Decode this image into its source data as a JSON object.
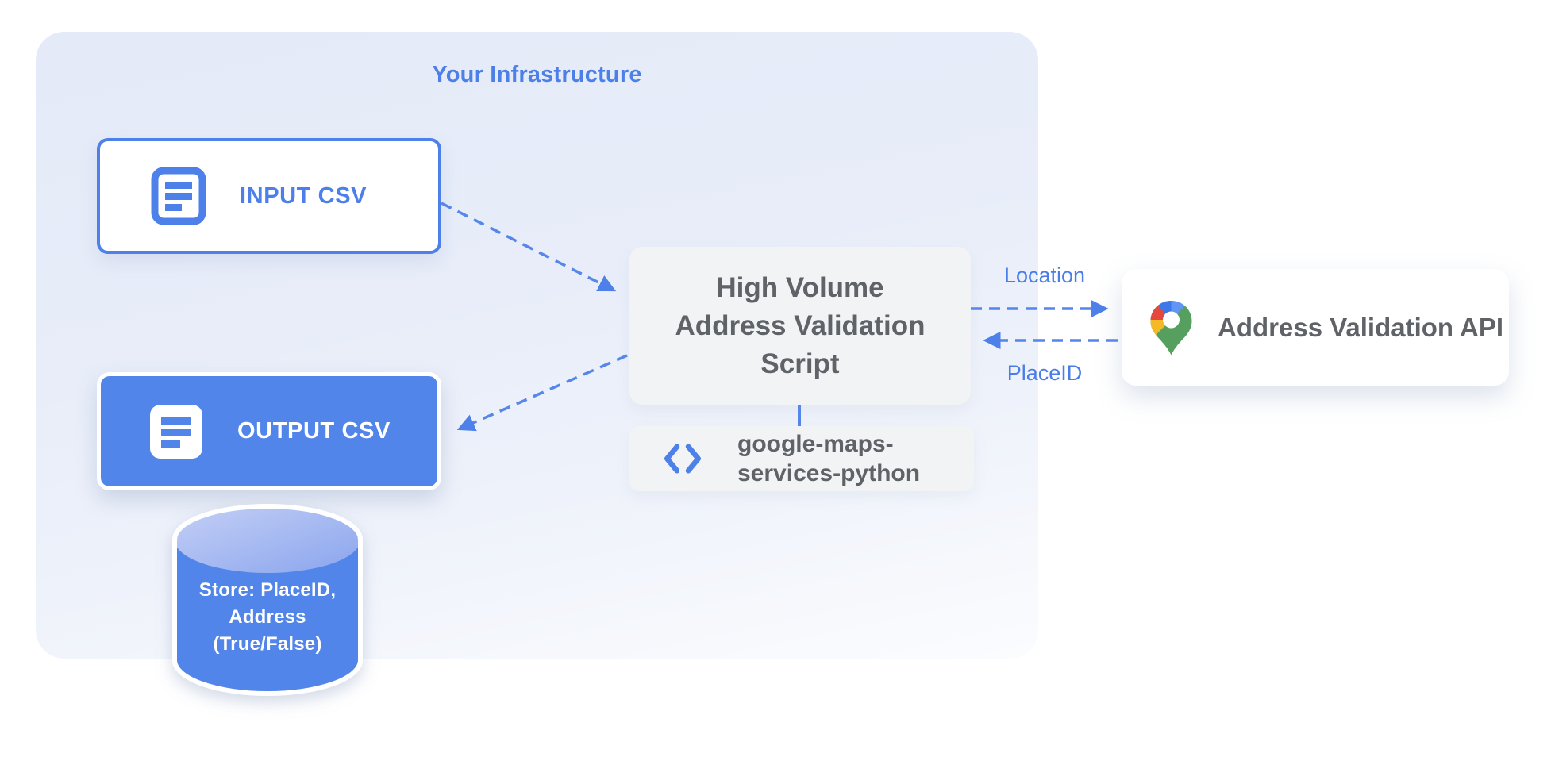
{
  "infrastructure": {
    "title": "Your Infrastructure"
  },
  "nodes": {
    "input_csv": {
      "label": "INPUT CSV",
      "icon": "document-icon"
    },
    "output_csv": {
      "label": "OUTPUT CSV",
      "icon": "document-icon"
    },
    "datastore": {
      "lines": [
        "Store: PlaceID,",
        "Address",
        "(True/False)"
      ],
      "icon": "database-cylinder"
    },
    "script": {
      "lines": [
        "High Volume",
        "Address Validation",
        "Script"
      ]
    },
    "library": {
      "lines": [
        "google-maps-",
        "services-python"
      ],
      "icon": "code-icon"
    },
    "api": {
      "label": "Address Validation API",
      "icon": "google-maps-pin-icon"
    }
  },
  "edges": {
    "script_to_api_label": "Location",
    "api_to_script_label": "PlaceID"
  },
  "colors": {
    "accent_blue": "#4d80e8",
    "fill_blue": "#5185e9",
    "label_blue": "#4a7de8",
    "text_gray": "#5f6368",
    "box_gray": "#f1f3f4",
    "container_blue": "#e6ebf9",
    "pin_red": "#e5493d",
    "pin_dark_blue": "#3d78e8",
    "pin_light_blue": "#6195f4",
    "pin_yellow": "#f5b826",
    "pin_green": "#55a05e"
  }
}
